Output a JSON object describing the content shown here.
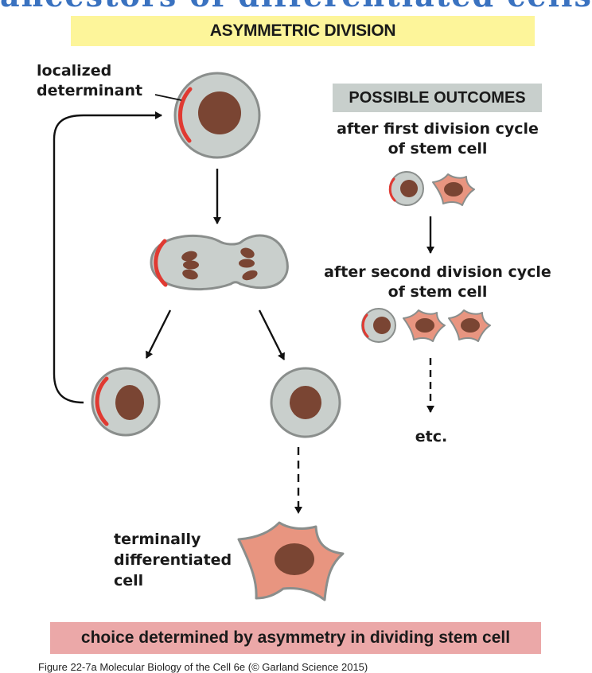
{
  "header": {
    "clipped_title": "ancestors of differentiated cells",
    "banner": "ASYMMETRIC DIVISION"
  },
  "left_panel": {
    "determinant_label_line1": "localized",
    "determinant_label_line2": "determinant",
    "terminal_label_line1": "terminally",
    "terminal_label_line2": "differentiated",
    "terminal_label_line3": "cell"
  },
  "right_panel": {
    "title": "POSSIBLE OUTCOMES",
    "first_cycle_line1": "after first division cycle",
    "first_cycle_line2": "of stem cell",
    "second_cycle_line1": "after second division cycle",
    "second_cycle_line2": "of stem cell",
    "etc": "etc."
  },
  "footer": {
    "banner": "choice determined by asymmetry in dividing stem cell",
    "caption": "Figure 22-7a  Molecular Biology of the Cell 6e (© Garland Science 2015)"
  },
  "colors": {
    "stem_cell_fill": "#c9cfcc",
    "cell_outline": "#8a8e8c",
    "nucleus": "#7a4533",
    "determinant": "#e03a32",
    "differentiated_fill": "#e89580",
    "yellow_banner": "#fdf59a",
    "pink_banner": "#eba8a8",
    "grey_box": "#c8cfcc",
    "title_blue": "#3a72c0"
  }
}
